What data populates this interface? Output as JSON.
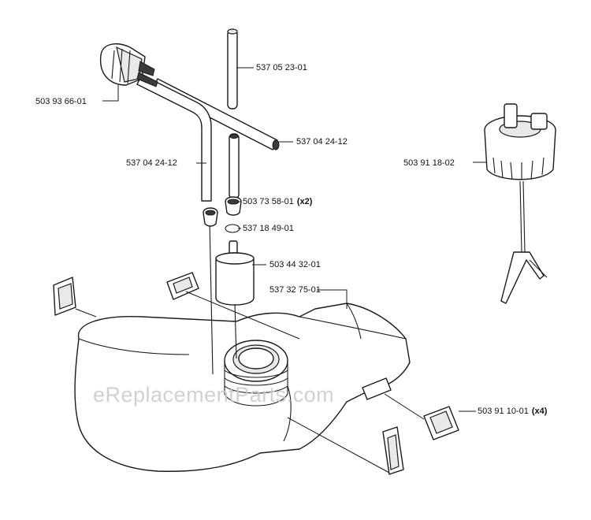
{
  "labels": {
    "fuel_cap": "503 93 66-01",
    "vent_hose": "537 05 23-01",
    "fuel_hose_right": "537 04 24-12",
    "fuel_hose_left": "537 04 24-12",
    "tank_cap": "503 91 18-02",
    "grommet": "503 73 58-01",
    "grommet_qty": "(x2)",
    "o_ring": "537 18 49-01",
    "fuel_filter": "503 44 32-01",
    "fuel_tank": "537 32 75-01",
    "mount_rubber": "503 91 10-01",
    "mount_rubber_qty": "(x4)"
  },
  "watermark": "eReplacementParts.com"
}
